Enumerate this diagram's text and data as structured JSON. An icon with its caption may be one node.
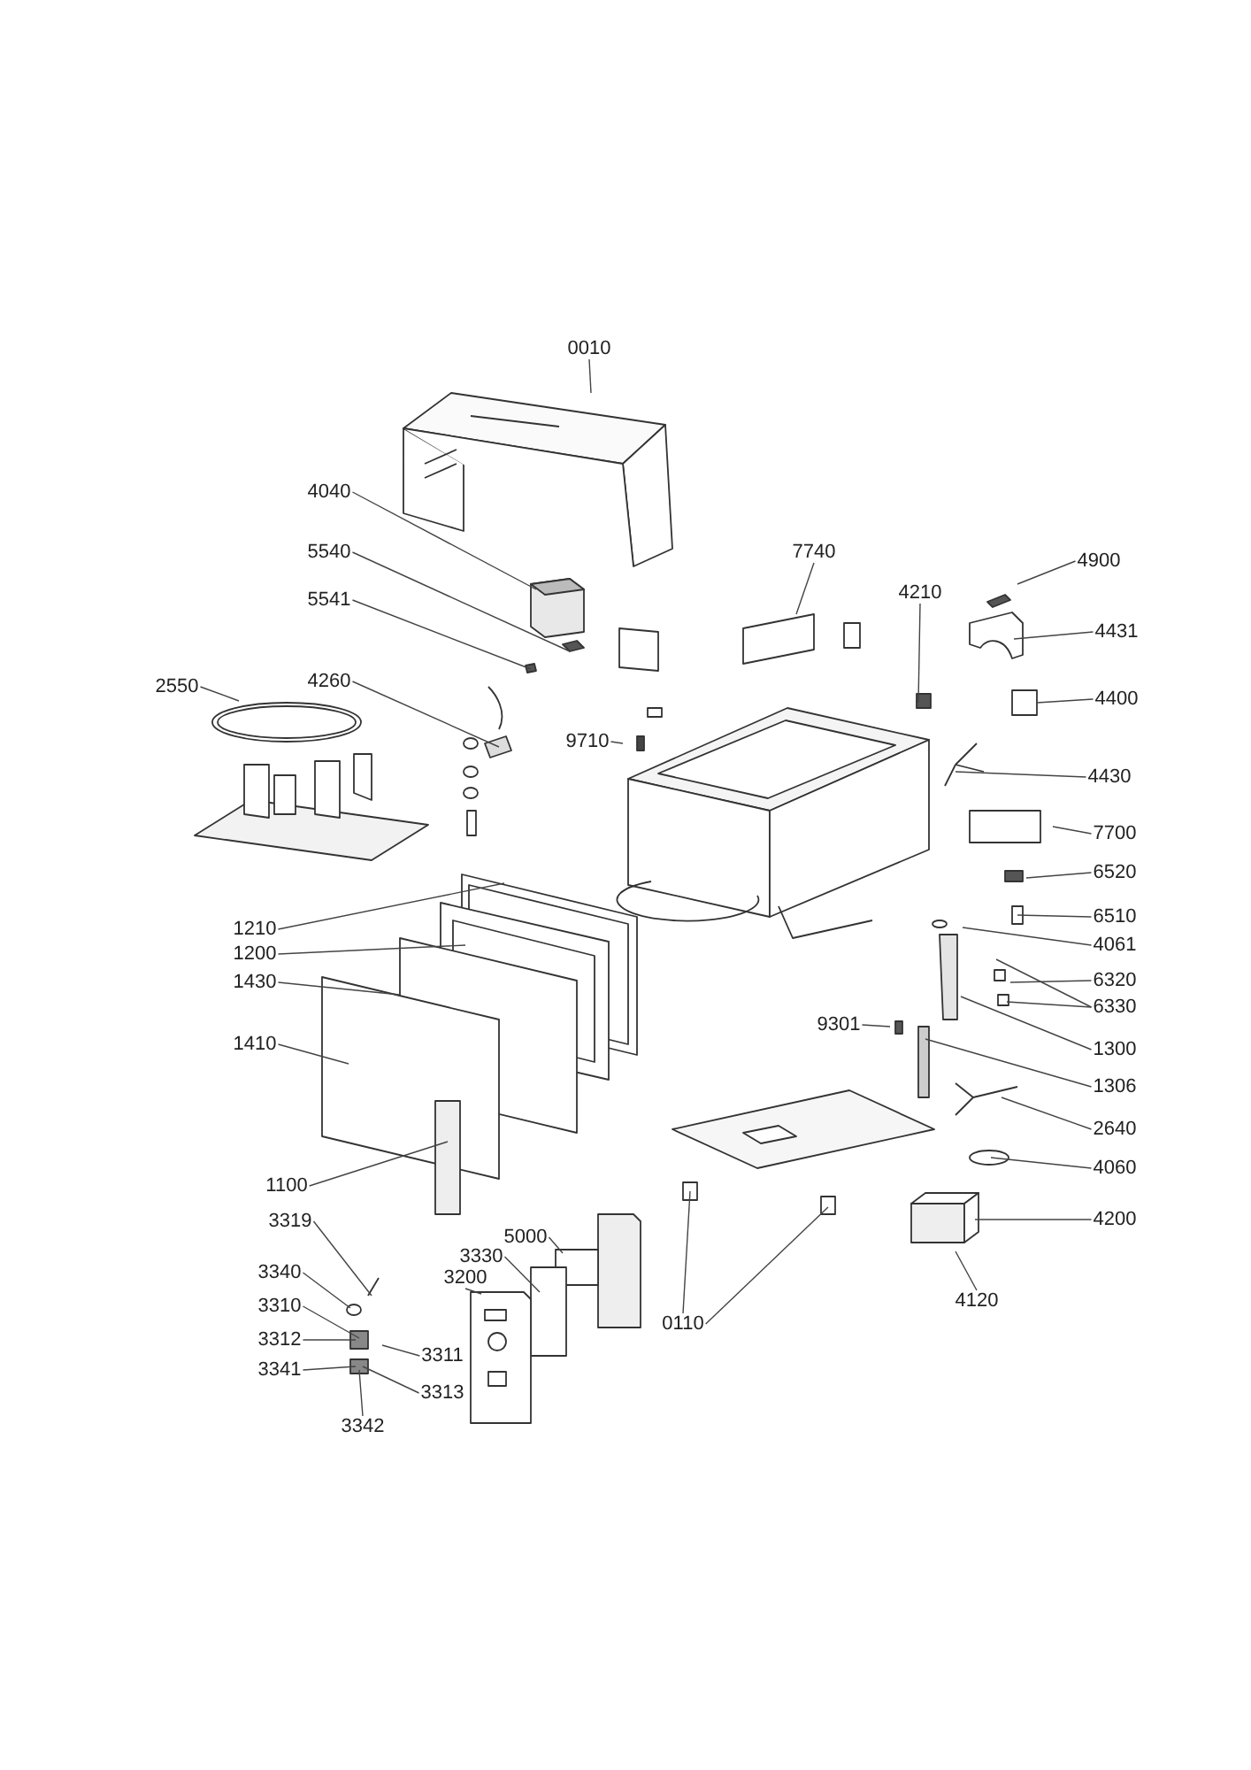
{
  "diagram": {
    "nodes": [
      {
        "text": [
          "0010"
        ]
      },
      {
        "text": [
          "4040"
        ]
      },
      {
        "text": [
          "5540"
        ]
      },
      {
        "text": [
          "7740"
        ]
      },
      {
        "text": [
          "4900"
        ]
      },
      {
        "text": [
          "4210"
        ]
      },
      {
        "text": [
          "5541"
        ]
      },
      {
        "text": [
          "4431"
        ]
      },
      {
        "text": [
          "4260"
        ]
      },
      {
        "text": [
          "2550"
        ]
      },
      {
        "text": [
          "4400"
        ]
      },
      {
        "text": [
          "9710"
        ]
      },
      {
        "text": [
          "4430"
        ]
      },
      {
        "text": [
          "7700"
        ]
      },
      {
        "text": [
          "6520"
        ]
      },
      {
        "text": [
          "6510"
        ]
      },
      {
        "text": [
          "1210"
        ]
      },
      {
        "text": [
          "4061"
        ]
      },
      {
        "text": [
          "1200"
        ]
      },
      {
        "text": [
          "6320"
        ]
      },
      {
        "text": [
          "1430"
        ]
      },
      {
        "text": [
          "6330"
        ]
      },
      {
        "text": [
          "9301"
        ]
      },
      {
        "text": [
          "1410"
        ]
      },
      {
        "text": [
          "1300"
        ]
      },
      {
        "text": [
          "1306"
        ]
      },
      {
        "text": [
          "2640"
        ]
      },
      {
        "text": [
          "4060"
        ]
      },
      {
        "text": [
          "1100"
        ]
      },
      {
        "text": [
          "4200"
        ]
      },
      {
        "text": [
          "3319"
        ]
      },
      {
        "text": [
          "5000"
        ]
      },
      {
        "text": [
          "3330"
        ]
      },
      {
        "text": [
          "3340"
        ]
      },
      {
        "text": [
          "3200"
        ]
      },
      {
        "text": [
          "4120"
        ]
      },
      {
        "text": [
          "3310"
        ]
      },
      {
        "text": [
          "0110"
        ]
      },
      {
        "text": [
          "3312"
        ]
      },
      {
        "text": [
          "3311"
        ]
      },
      {
        "text": [
          "3341"
        ]
      },
      {
        "text": [
          "3313"
        ]
      },
      {
        "text": [
          "3342"
        ]
      }
    ],
    "edges": [
      {
        "from": 0,
        "to": null,
        "arrow": "none"
      },
      {
        "from": 1,
        "to": null,
        "arrow": "none"
      },
      {
        "from": 2,
        "to": null,
        "arrow": "none"
      },
      {
        "from": 3,
        "to": null,
        "arrow": "none"
      },
      {
        "from": 4,
        "to": null,
        "arrow": "none"
      },
      {
        "from": 5,
        "to": null,
        "arrow": "none"
      },
      {
        "from": 6,
        "to": null,
        "arrow": "none"
      },
      {
        "from": 7,
        "to": null,
        "arrow": "none"
      },
      {
        "from": 8,
        "to": null,
        "arrow": "none"
      },
      {
        "from": 9,
        "to": null,
        "arrow": "none"
      },
      {
        "from": 10,
        "to": null,
        "arrow": "none"
      },
      {
        "from": 11,
        "to": null,
        "arrow": "none"
      },
      {
        "from": 12,
        "to": null,
        "arrow": "none"
      },
      {
        "from": 13,
        "to": null,
        "arrow": "none"
      },
      {
        "from": 14,
        "to": null,
        "arrow": "none"
      },
      {
        "from": 15,
        "to": null,
        "arrow": "none"
      },
      {
        "from": 16,
        "to": null,
        "arrow": "none"
      },
      {
        "from": 17,
        "to": null,
        "arrow": "none"
      },
      {
        "from": 18,
        "to": null,
        "arrow": "none"
      },
      {
        "from": 19,
        "to": null,
        "arrow": "none"
      },
      {
        "from": 20,
        "to": null,
        "arrow": "none"
      },
      {
        "from": 21,
        "to": null,
        "arrow": "none"
      },
      {
        "from": 21,
        "to": null,
        "arrow": "none"
      },
      {
        "from": 22,
        "to": null,
        "arrow": "none"
      },
      {
        "from": 23,
        "to": null,
        "arrow": "none"
      },
      {
        "from": 24,
        "to": null,
        "arrow": "none"
      },
      {
        "from": 25,
        "to": null,
        "arrow": "none"
      },
      {
        "from": 26,
        "to": null,
        "arrow": "none"
      },
      {
        "from": 27,
        "to": null,
        "arrow": "none"
      },
      {
        "from": 28,
        "to": null,
        "arrow": "none"
      },
      {
        "from": 29,
        "to": null,
        "arrow": "none"
      },
      {
        "from": 30,
        "to": null,
        "arrow": "none"
      },
      {
        "from": 31,
        "to": null,
        "arrow": "none"
      },
      {
        "from": 32,
        "to": null,
        "arrow": "none"
      },
      {
        "from": 33,
        "to": null,
        "arrow": "none"
      },
      {
        "from": 34,
        "to": null,
        "arrow": "none"
      },
      {
        "from": 35,
        "to": null,
        "arrow": "none"
      },
      {
        "from": 36,
        "to": null,
        "arrow": "none"
      },
      {
        "from": 37,
        "to": null,
        "arrow": "none"
      },
      {
        "from": 37,
        "to": null,
        "arrow": "none"
      },
      {
        "from": 38,
        "to": null,
        "arrow": "none"
      },
      {
        "from": 39,
        "to": null,
        "arrow": "none"
      },
      {
        "from": 40,
        "to": null,
        "arrow": "none"
      },
      {
        "from": 41,
        "to": null,
        "arrow": "none"
      },
      {
        "from": 42,
        "to": null,
        "arrow": "none"
      }
    ]
  }
}
